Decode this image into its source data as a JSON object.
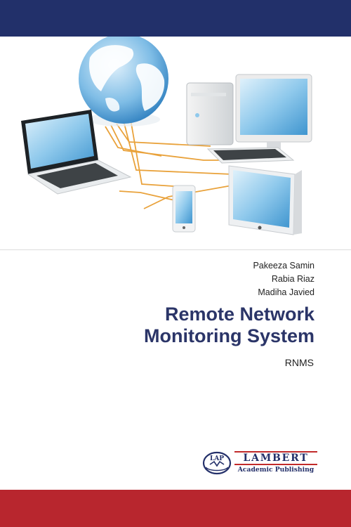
{
  "cover": {
    "authors": [
      "Pakeeza Samin",
      "Rabia Riaz",
      "Madiha Javied"
    ],
    "title_lines": [
      "Remote Network",
      "Monitoring System"
    ],
    "subtitle": "RNMS"
  },
  "publisher": {
    "mark_text": "LAP",
    "brand": "LAMBERT",
    "sub": "Academic Publishing"
  },
  "colors": {
    "top_band": "#22306a",
    "bottom_band": "#b8262e",
    "title": "#2b3568",
    "cable": "#e9a23b"
  },
  "illustration": {
    "icons": [
      "globe-icon",
      "laptop-icon",
      "desktop-computer-icon",
      "tablet-icon",
      "smartphone-icon"
    ]
  }
}
